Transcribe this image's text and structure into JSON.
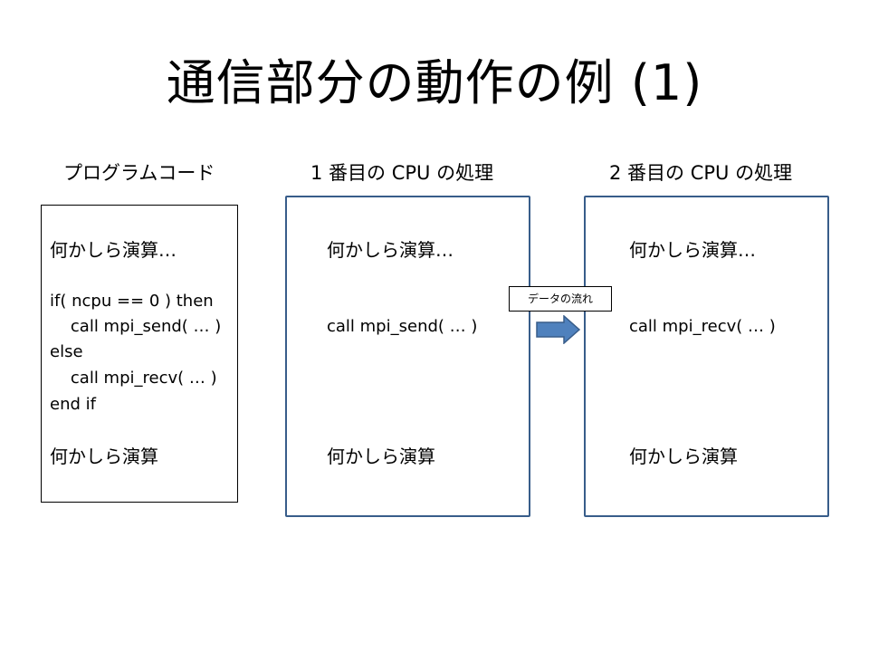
{
  "slide": {
    "title": "通信部分の動作の例 (1)"
  },
  "program": {
    "heading": "プログラムコード",
    "lines": {
      "calc_top": "何かしら演算…",
      "if_line": "if( ncpu == 0 ) then",
      "send_line": "    call mpi_send( … )",
      "else_line": "else",
      "recv_line": "    call mpi_recv( … )",
      "endif_line": "end if",
      "calc_bottom": "何かしら演算"
    }
  },
  "cpu1": {
    "heading": "1 番目の CPU の処理",
    "calc_top": "何かしら演算…",
    "call_line": "call mpi_send( … )",
    "calc_bottom": "何かしら演算"
  },
  "cpu2": {
    "heading": "2 番目の CPU の処理",
    "calc_top": "何かしら演算…",
    "call_line": "call mpi_recv( … )",
    "calc_bottom": "何かしら演算"
  },
  "flow": {
    "label": "データの流れ",
    "arrow_icon": "right-arrow-icon",
    "arrow_color": "#4f81bd",
    "arrow_border_color": "#385d8a"
  },
  "colors": {
    "cpu_box_border": "#385d8a",
    "code_box_border": "#000000"
  }
}
